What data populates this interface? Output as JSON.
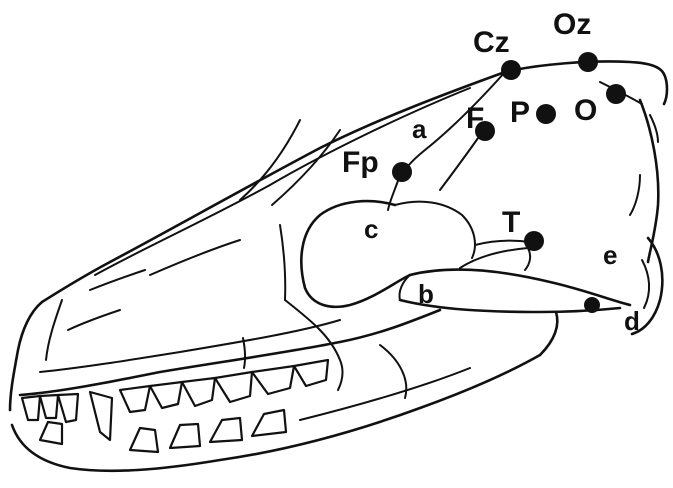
{
  "electrodes": [
    {
      "id": "cz",
      "label": "Cz"
    },
    {
      "id": "oz",
      "label": "Oz"
    },
    {
      "id": "fp",
      "label": "Fp"
    },
    {
      "id": "f",
      "label": "F"
    },
    {
      "id": "p",
      "label": "P"
    },
    {
      "id": "o",
      "label": "O"
    },
    {
      "id": "t",
      "label": "T"
    }
  ],
  "landmarks": [
    {
      "id": "a",
      "label": "a"
    },
    {
      "id": "b",
      "label": "b"
    },
    {
      "id": "c",
      "label": "c"
    },
    {
      "id": "d",
      "label": "d"
    },
    {
      "id": "e",
      "label": "e"
    }
  ],
  "colors": {
    "ink": "#111111",
    "background": "#ffffff"
  }
}
